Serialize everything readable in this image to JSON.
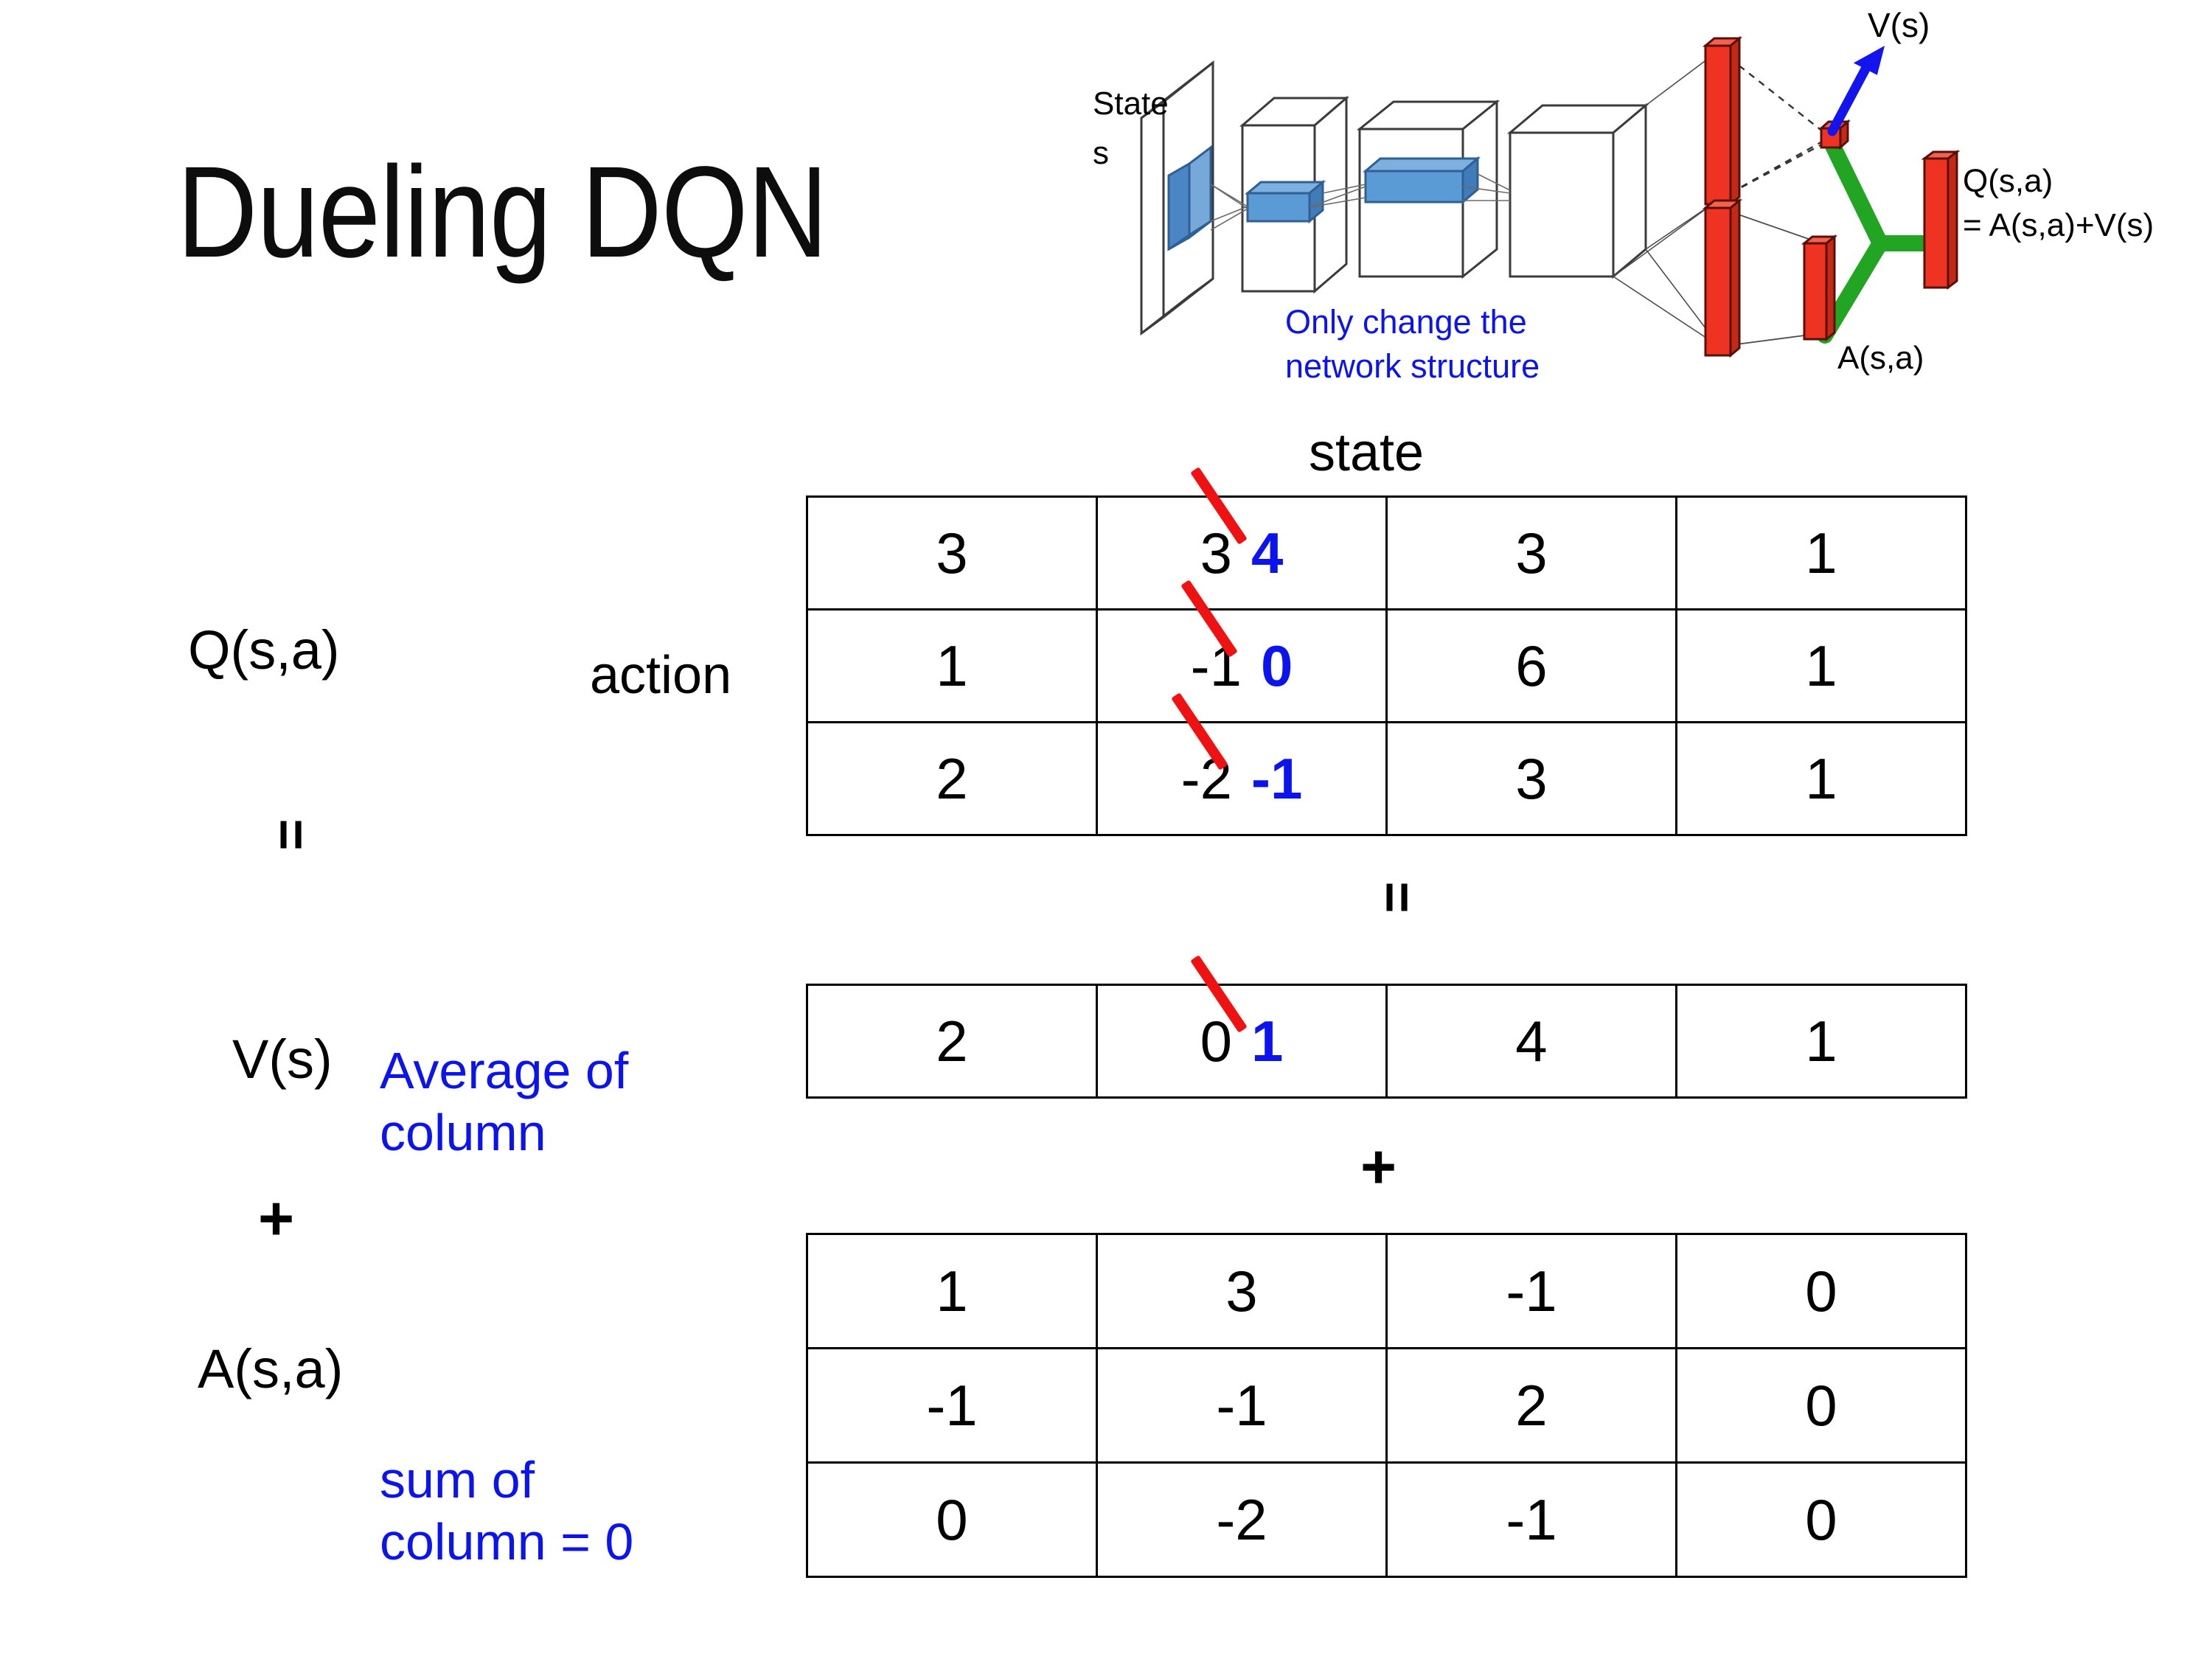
{
  "slide": {
    "title": "Dueling DQN"
  },
  "labels": {
    "q": "Q(s,a)",
    "v": "V(s)",
    "a": "A(s,a)",
    "action": "action",
    "state": "state",
    "equals": "=",
    "plus": "+"
  },
  "annotations": {
    "average_of_column": "Average of\ncolumn",
    "sum_of_column": "sum of\ncolumn = 0"
  },
  "colors": {
    "blue_text": "#0b14ef",
    "red_strike": "#f01212",
    "green_merge": "#22a522",
    "red_bar": "#ee3322",
    "blue_filter": "#5b9bd5",
    "black": "#000000"
  },
  "diagram": {
    "state_label_line1": "State",
    "state_label_line2": "s",
    "note": "Only change the\nnetwork structure",
    "v_label": "V(s)",
    "a_label": "A(s,a)",
    "q_label_line1": "Q(s,a)",
    "q_label_line2": "= A(s,a)+V(s)"
  },
  "chart_data": {
    "type": "table",
    "title": "Dueling DQN value decomposition",
    "tables": [
      {
        "name": "Q(s,a)",
        "row_axis": "action",
        "col_axis": "state",
        "rows": 3,
        "cols": 4,
        "values": [
          [
            "3",
            "3",
            "3",
            "1"
          ],
          [
            "1",
            "-1",
            "6",
            "1"
          ],
          [
            "2",
            "-2",
            "3",
            "1"
          ]
        ],
        "edits": [
          {
            "row": 0,
            "col": 1,
            "old": "3",
            "new": "4"
          },
          {
            "row": 1,
            "col": 1,
            "old": "-1",
            "new": "0"
          },
          {
            "row": 2,
            "col": 1,
            "old": "-2",
            "new": "-1"
          }
        ]
      },
      {
        "name": "V(s)",
        "rows": 1,
        "cols": 4,
        "values": [
          [
            "2",
            "0",
            "4",
            "1"
          ]
        ],
        "edits": [
          {
            "row": 0,
            "col": 1,
            "old": "0",
            "new": "1"
          }
        ]
      },
      {
        "name": "A(s,a)",
        "rows": 3,
        "cols": 4,
        "values": [
          [
            "1",
            "3",
            "-1",
            "0"
          ],
          [
            "-1",
            "-1",
            "2",
            "0"
          ],
          [
            "0",
            "-2",
            "-1",
            "0"
          ]
        ],
        "edits": []
      }
    ],
    "relation": "Q(s,a) = V(s) + A(s,a)"
  },
  "q_table": {
    "rows": [
      [
        {
          "v": "3"
        },
        {
          "v": "3",
          "new": "4"
        },
        {
          "v": "3"
        },
        {
          "v": "1"
        }
      ],
      [
        {
          "v": "1"
        },
        {
          "v": "-1",
          "new": "0"
        },
        {
          "v": "6"
        },
        {
          "v": "1"
        }
      ],
      [
        {
          "v": "2"
        },
        {
          "v": "-2",
          "new": "-1"
        },
        {
          "v": "3"
        },
        {
          "v": "1"
        }
      ]
    ]
  },
  "v_table": {
    "rows": [
      [
        {
          "v": "2"
        },
        {
          "v": "0",
          "new": "1"
        },
        {
          "v": "4"
        },
        {
          "v": "1"
        }
      ]
    ]
  },
  "a_table": {
    "rows": [
      [
        {
          "v": "1"
        },
        {
          "v": "3"
        },
        {
          "v": "-1"
        },
        {
          "v": "0"
        }
      ],
      [
        {
          "v": "-1"
        },
        {
          "v": "-1"
        },
        {
          "v": "2"
        },
        {
          "v": "0"
        }
      ],
      [
        {
          "v": "0"
        },
        {
          "v": "-2"
        },
        {
          "v": "-1"
        },
        {
          "v": "0"
        }
      ]
    ]
  }
}
